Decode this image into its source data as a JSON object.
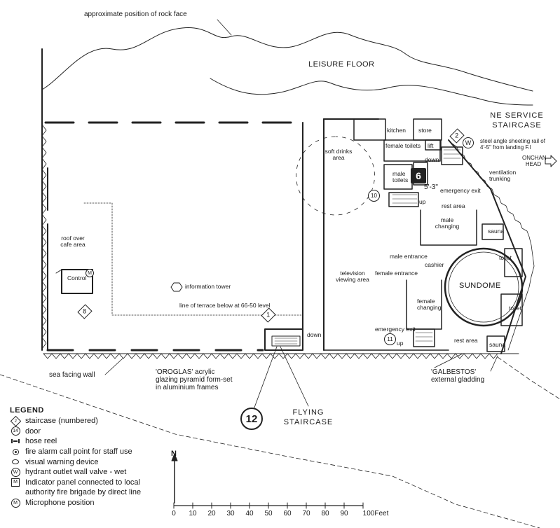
{
  "labels": {
    "rock_face": "approximate position of rock face",
    "leisure_floor": "LEISURE FLOOR",
    "kitchen": "kitchen",
    "store": "store",
    "lift": "lift",
    "female_toilets": "female toilets",
    "down1": "down",
    "male_toilets": "male toilets",
    "soft_drinks": "soft drinks area",
    "ne_service": "NE SERVICE STAIRCASE",
    "steel_angle": "steel angle sheeting rail of 4'-5\" from landing F.l",
    "onchan": "ONCHAN HEAD",
    "ventilation": "ventilation trunking",
    "level_mark": "5'-3\"",
    "emergency_exit1": "emergency exit",
    "up1": "up",
    "rest_area1": "rest area",
    "male_changing": "male changing",
    "sauna1": "sauna",
    "toilet1": "toilet",
    "male_entrance": "male entrance",
    "cashier": "cashier",
    "female_entrance": "female entrance",
    "sundome": "SUNDOME",
    "television": "television viewing area",
    "female_changing": "female changing",
    "toilet2": "toilet",
    "emergency_exit2": "emergency exit",
    "up2": "up",
    "rest_area2": "rest area",
    "sauna2": "sauna",
    "roof_cafe": "roof over cafe area",
    "control": "Control",
    "info_tower": "information tower",
    "terrace_line": "line of terrace below at 66-50 level",
    "down2": "down",
    "sea_wall": "sea facing wall",
    "oroglas": "'OROGLAS' acrylic glazing pyramid form-set in aluminium frames",
    "galbestos": "'GALBESTOS' external gladding",
    "flying": "FLYING STAIRCASE"
  },
  "markers": {
    "stair2": "2",
    "w": "W",
    "six": "6",
    "ten": "10",
    "eleven": "11",
    "one": "1",
    "eight": "8",
    "twelve": "12",
    "m": "M",
    "ind": "M"
  },
  "legend": {
    "title": "LEGEND",
    "items": [
      {
        "symbol": "2",
        "label": "staircase (numbered)"
      },
      {
        "symbol": "14",
        "label": "door"
      },
      {
        "symbol": "",
        "label": "hose reel"
      },
      {
        "symbol": "",
        "label": "fire alarm call point for staff use"
      },
      {
        "symbol": "",
        "label": "visual warning device"
      },
      {
        "symbol": "W",
        "label": "hydrant outlet wall valve - wet"
      },
      {
        "symbol": "M",
        "label": "Indicator panel connected to local"
      },
      {
        "symbol": "",
        "label": "authority fire brigade by direct line"
      },
      {
        "symbol": "M",
        "label": "Microphone position"
      }
    ]
  },
  "north": "N",
  "scale": {
    "ticks": [
      "0",
      "10",
      "20",
      "30",
      "40",
      "50",
      "60",
      "70",
      "80",
      "90",
      "100Feet"
    ]
  }
}
